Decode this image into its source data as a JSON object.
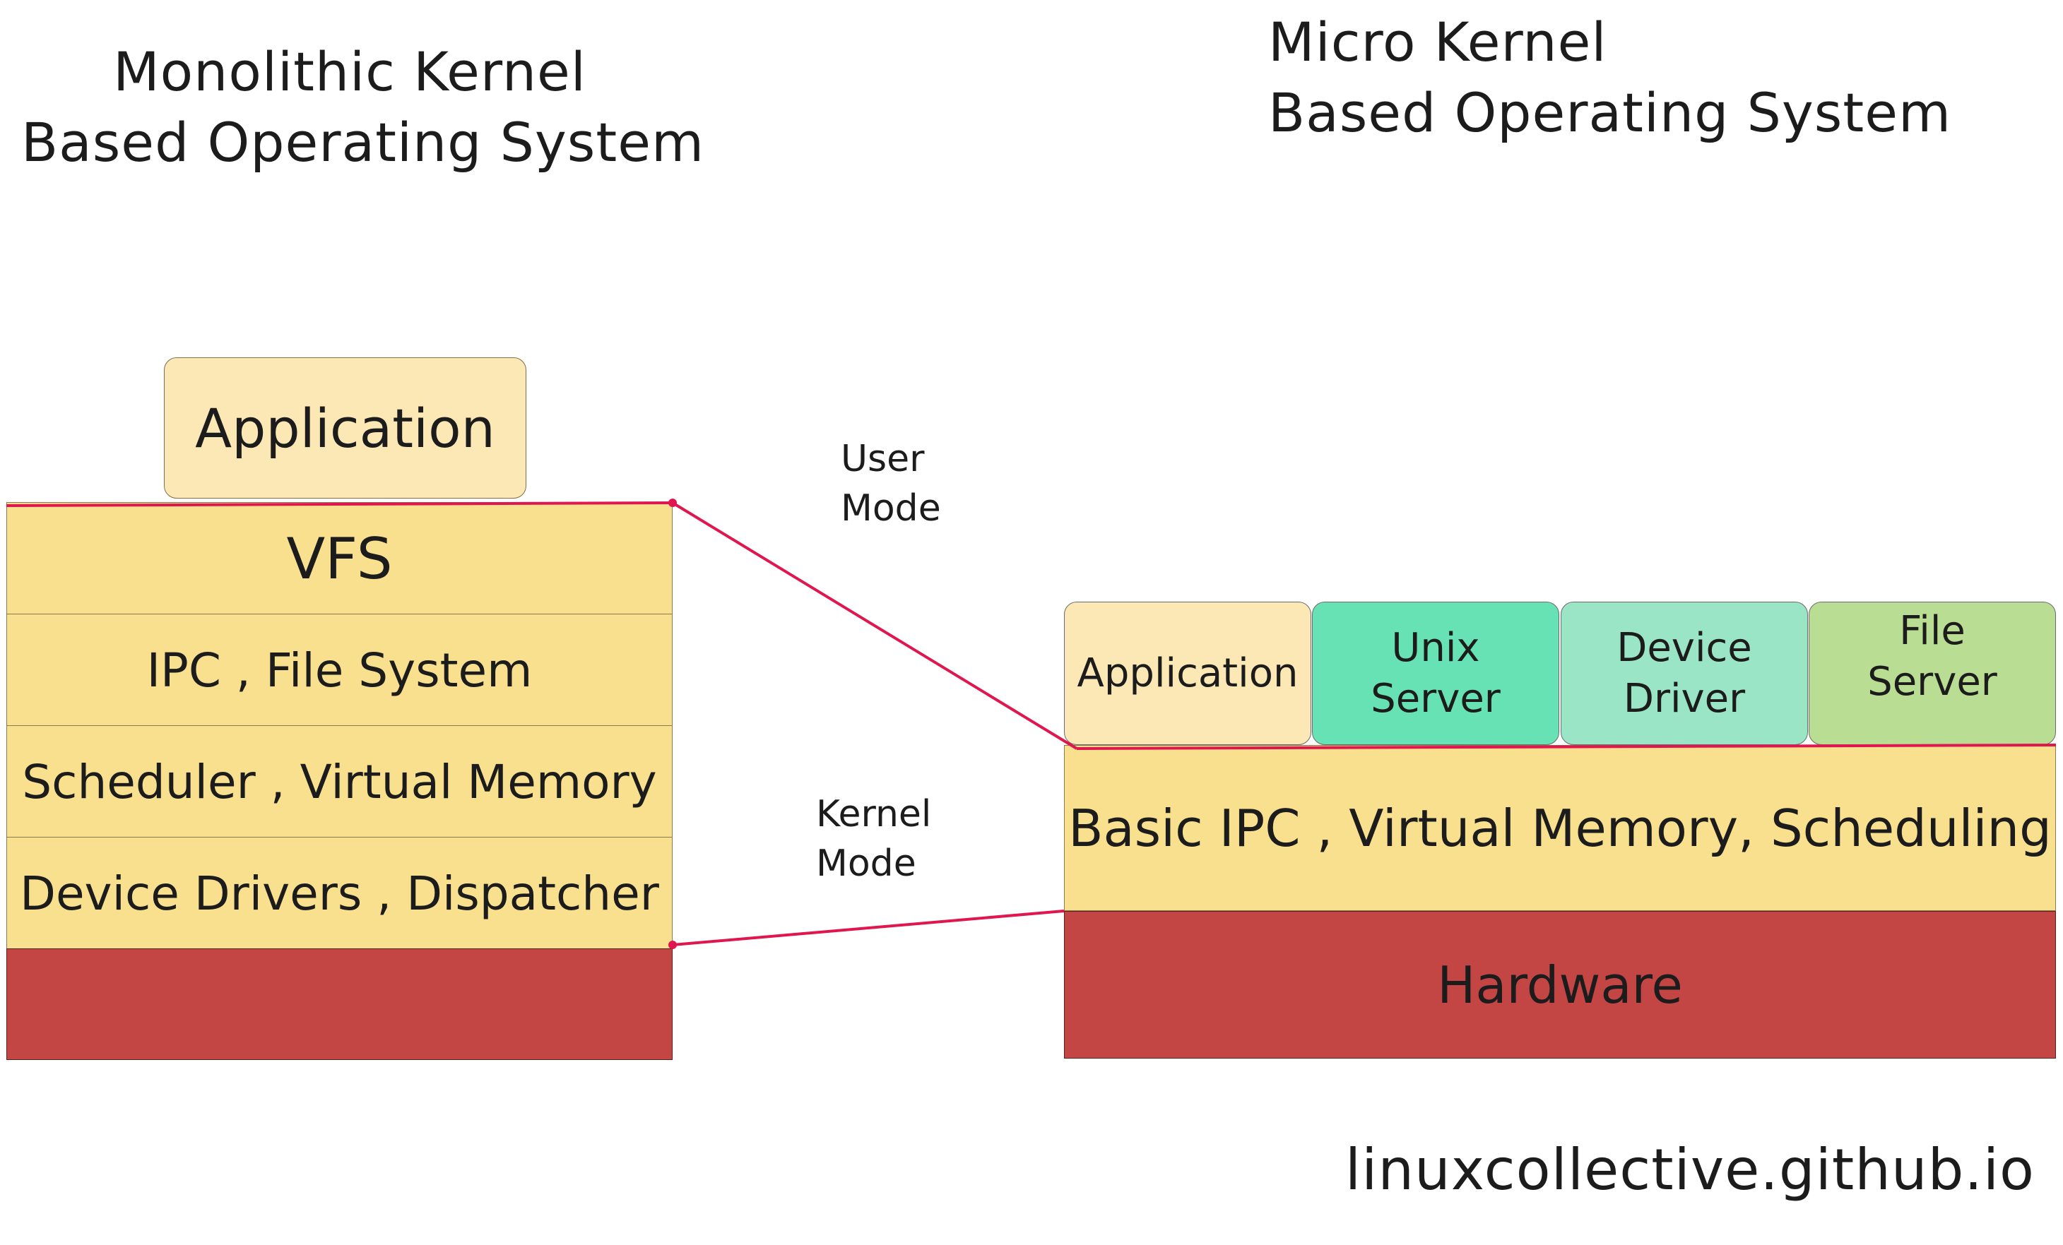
{
  "monolithic": {
    "title": "Monolithic Kernel\nBased Operating System",
    "application": "Application",
    "layers": [
      "VFS",
      "IPC , File System",
      "Scheduler , Virtual Memory",
      "Device Drivers , Dispatcher"
    ],
    "hardware": ""
  },
  "micro": {
    "title": "Micro Kernel\nBased Operating System",
    "components": [
      {
        "label": "Application",
        "color": "#fce8b4"
      },
      {
        "label": "Unix\nServer",
        "color": "#66e2b4"
      },
      {
        "label": "Device\nDriver",
        "color": "#99e5c6"
      },
      {
        "label": "File\nServer",
        "color": "#b9dd93"
      }
    ],
    "core": "Basic IPC , Virtual Memory, Scheduling",
    "hardware": "Hardware"
  },
  "modes": {
    "user": "User\nMode",
    "kernel": "Kernel\nMode"
  },
  "credit": "linuxcollective.github.io",
  "colors": {
    "boundary_line": "#e0174f",
    "kernel_layer": "#f8e08f",
    "hardware": "#c34544",
    "application": "#fce8b4"
  }
}
